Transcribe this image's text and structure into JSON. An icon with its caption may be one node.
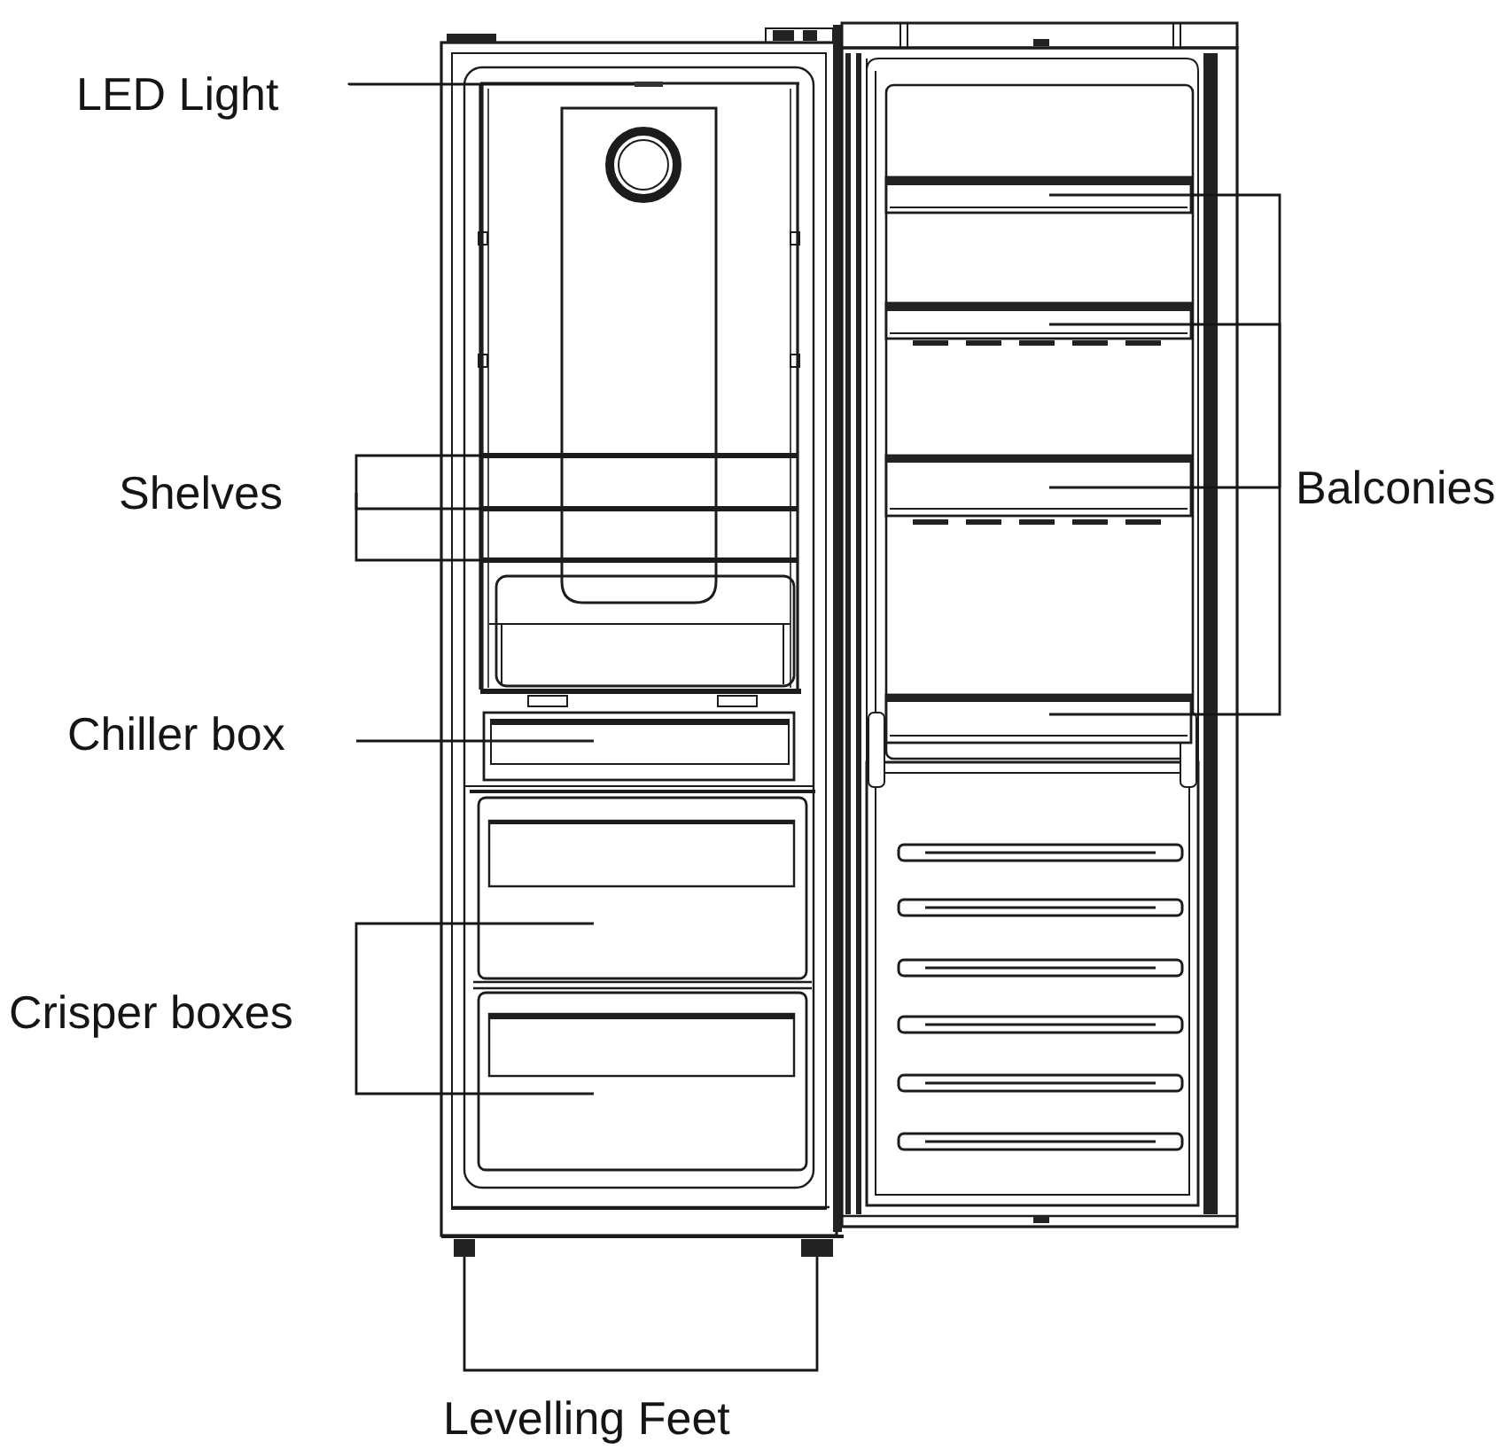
{
  "diagram": {
    "nodes": [
      {
        "text": [
          "LED Light"
        ]
      },
      {
        "text": [
          "Shelves"
        ]
      },
      {
        "text": [
          "Chiller box"
        ]
      },
      {
        "text": [
          "Crisper boxes"
        ]
      },
      {
        "text": [
          "Levelling Feet"
        ]
      },
      {
        "text": [
          "Balconies"
        ]
      },
      {
        "text": [],
        "shape": "bar"
      },
      {
        "text": [],
        "shape": "bar"
      },
      {
        "text": [],
        "shape": "bar"
      },
      {
        "text": [],
        "shape": "bar"
      },
      {
        "text": [],
        "shape": "box"
      },
      {
        "text": [],
        "shape": "box"
      },
      {
        "text": [],
        "shape": "box"
      },
      {
        "text": [],
        "shape": "box"
      },
      {
        "text": [],
        "shape": "box"
      },
      {
        "text": [],
        "shape": "box"
      },
      {
        "text": [],
        "shape": "box"
      },
      {
        "text": [],
        "shape": "box"
      },
      {
        "text": [],
        "shape": "box"
      }
    ],
    "edges": [
      {
        "from": 0,
        "to": 6,
        "arrow": "none"
      },
      {
        "from": 1,
        "to": 7,
        "arrow": "none"
      },
      {
        "from": 1,
        "to": 8,
        "arrow": "none"
      },
      {
        "from": 1,
        "to": 9,
        "arrow": "none"
      },
      {
        "from": 2,
        "to": 10,
        "arrow": "none"
      },
      {
        "from": 3,
        "to": 11,
        "arrow": "none"
      },
      {
        "from": 3,
        "to": 12,
        "arrow": "none"
      },
      {
        "from": 4,
        "to": 13,
        "arrow": "none"
      },
      {
        "from": 4,
        "to": 14,
        "arrow": "none"
      },
      {
        "from": 5,
        "to": 15,
        "arrow": "none"
      },
      {
        "from": 5,
        "to": 16,
        "arrow": "none"
      },
      {
        "from": 5,
        "to": 17,
        "arrow": "none"
      },
      {
        "from": 5,
        "to": 18,
        "arrow": "none"
      }
    ]
  }
}
